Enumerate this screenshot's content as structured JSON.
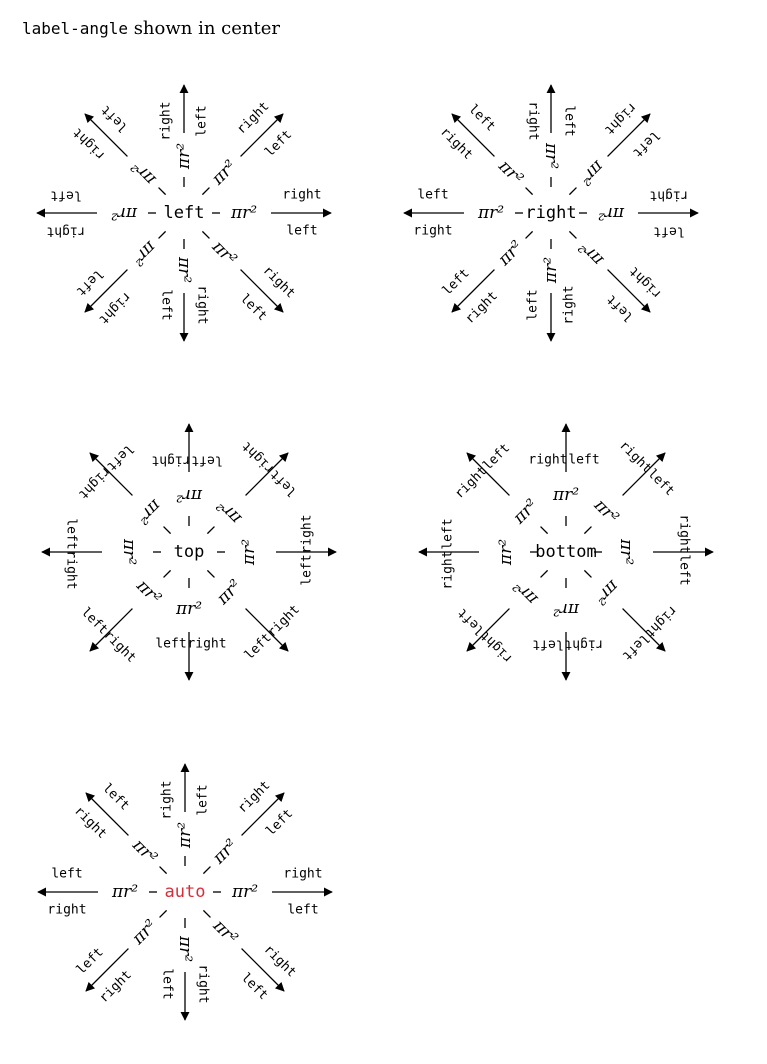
{
  "header": {
    "code": "label-angle",
    "text": " shown in center"
  },
  "diagram": {
    "edge_formula": "πr²",
    "side_labels": {
      "left": "left",
      "right": "right"
    },
    "panels": [
      {
        "center": "left",
        "color": "#000000"
      },
      {
        "center": "right",
        "color": "#000000"
      },
      {
        "center": "top",
        "color": "#000000"
      },
      {
        "center": "bottom",
        "color": "#000000"
      },
      {
        "center": "auto",
        "color": "#d62f3a"
      }
    ]
  }
}
